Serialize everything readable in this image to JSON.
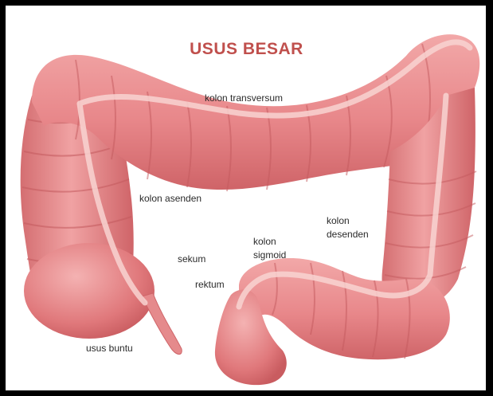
{
  "title": "USUS BESAR",
  "labels": {
    "kolon_transversum": "kolon transversum",
    "kolon_asenden": "kolon asenden",
    "kolon_desenden_line1": "kolon",
    "kolon_desenden_line2": "desenden",
    "kolon_sigmoid_line1": "kolon",
    "kolon_sigmoid_line2": "sigmoid",
    "sekum": "sekum",
    "rektum": "rektum",
    "usus_buntu": "usus buntu"
  },
  "colors": {
    "title": "#c0504d",
    "tissue": "#e8878a",
    "tissue_dark": "#cf6468",
    "tissue_light": "#f6c1c0",
    "band": "#f8d3d1",
    "frame": "#000000"
  }
}
